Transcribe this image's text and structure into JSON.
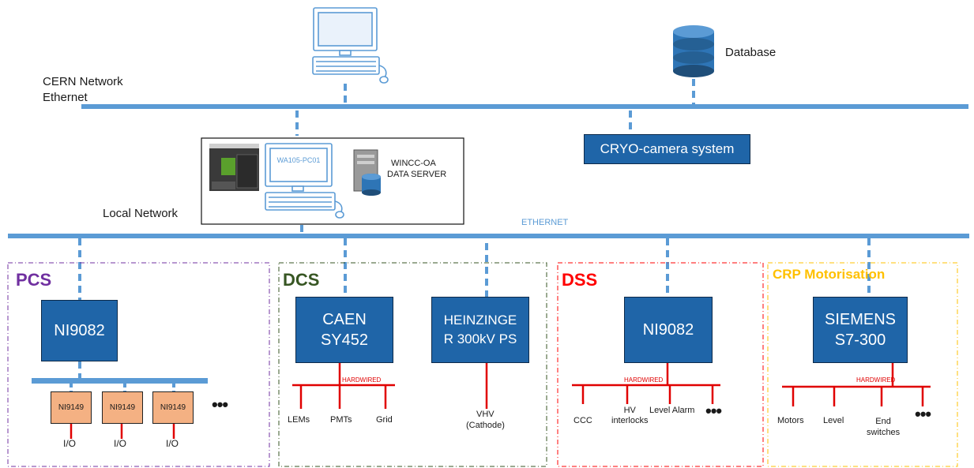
{
  "networks": {
    "cern_line1": "CERN Network",
    "cern_line2": "Ethernet",
    "local": "Local Network",
    "ethernet": "ETHERNET"
  },
  "top": {
    "database": "Database",
    "cryo_camera": "CRYO-camera system"
  },
  "server": {
    "pc_name": "WA105-PC01",
    "wincc_line1": "WINCC-OA",
    "wincc_line2": "DATA SERVER"
  },
  "sections": {
    "pcs": {
      "title": "PCS",
      "controller": "NI9082",
      "modules": [
        "NI9149",
        "NI9149",
        "NI9149"
      ],
      "io": [
        "I/O",
        "I/O",
        "I/O"
      ],
      "more": "•••"
    },
    "dcs": {
      "title": "DCS",
      "caen": "CAEN\nSY452",
      "heinzinger": "HEINZINGE\nR 300kV PS",
      "hardwired": "HARDWIRED",
      "outputs": [
        "LEMs",
        "PMTs",
        "Grid"
      ],
      "vhv_line1": "VHV",
      "vhv_line2": "(Cathode)"
    },
    "dss": {
      "title": "DSS",
      "controller": "NI9082",
      "hardwired": "HARDWIRED",
      "outputs": [
        "CCC",
        "HV\ninterlocks",
        "Level Alarm"
      ],
      "more": "•••"
    },
    "crp": {
      "title": "CRP Motorisation",
      "controller": "SIEMENS\nS7-300",
      "hardwired": "HARDWIRED",
      "outputs": [
        "Motors",
        "Level",
        "End\nswitches"
      ],
      "more": "•••"
    }
  },
  "colors": {
    "network_line": "#5b9bd5",
    "box_fill": "#1f65a8",
    "module_fill": "#f4b183",
    "wire": "#e00000",
    "pcs": "#7030a0",
    "dcs": "#375623",
    "dss": "#ff0000",
    "crp": "#ffc000"
  }
}
